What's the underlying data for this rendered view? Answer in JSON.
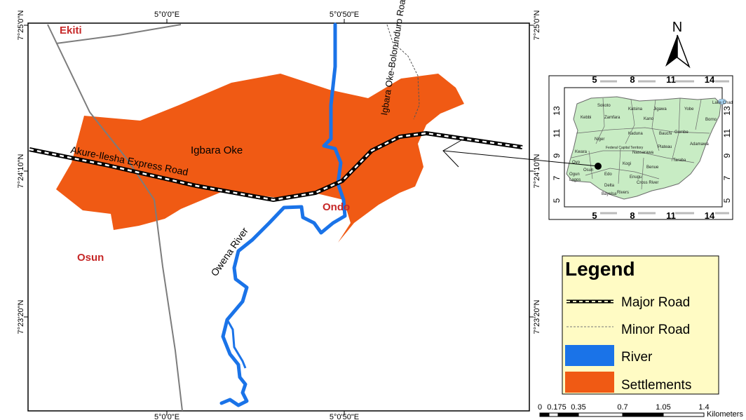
{
  "main_map": {
    "grid_top": {
      "west": "5°0'0\"E",
      "east": "5°0'50\"E"
    },
    "grid_bottom": {
      "west": "5°0'0\"E",
      "east": "5°0'50\"E"
    },
    "grid_left": {
      "north": "7°25'0\"N",
      "middle": "7°24'10\"N",
      "south": "7°23'20\"N"
    },
    "grid_right": {
      "north": "7°25'0\"N",
      "middle": "7°24'10\"N",
      "south": "7°23'20\"N"
    },
    "states": {
      "ekiti": "Ekiti",
      "osun": "Osun",
      "ondo": "Ondo"
    },
    "settlement_label": "Igbara Oke",
    "express_road_label": "Akure-Ilesha Express Road",
    "minor_road_label": "Igbara Oke-Bolorunduro Road",
    "river_label": "Owena River",
    "colors": {
      "settlement": "#f05a14",
      "river": "#1a73e8",
      "state_label": "#c62828"
    }
  },
  "north_arrow": {
    "label": "N"
  },
  "inset_map": {
    "top_ticks": [
      "5",
      "8",
      "11",
      "14"
    ],
    "bottom_ticks": [
      "5",
      "8",
      "11",
      "14"
    ],
    "left_ticks": [
      "13",
      "11",
      "9",
      "7",
      "5"
    ],
    "right_ticks": [
      "13",
      "11",
      "9",
      "7",
      "5"
    ],
    "state_labels": [
      "Sokoto",
      "Katsina",
      "Jigawa",
      "Yobe",
      "Borno",
      "Lake Chad",
      "Kebbi",
      "Zamfara",
      "Kano",
      "Kaduna",
      "Bauchi",
      "Gombe",
      "Niger",
      "Adamawa",
      "Kwara",
      "Federal Capital Territory",
      "Nassarawa",
      "Plateau",
      "Taraba",
      "Oyo",
      "Kogi",
      "Benue",
      "Osun",
      "Enugu",
      "Ogun",
      "Edo",
      "Lagos",
      "Delta",
      "Cross River",
      "Bayelsa",
      "Rivers"
    ],
    "land_color": "#c8ecc4"
  },
  "legend": {
    "title": "Legend",
    "items": [
      {
        "label": "Major Road"
      },
      {
        "label": "Minor Road"
      },
      {
        "label": "River",
        "color": "#1a73e8"
      },
      {
        "label": "Settlements",
        "color": "#f05a14"
      }
    ],
    "background": "#fffbc4"
  },
  "scale_bar": {
    "ticks": [
      "0",
      "0.175",
      "0.35",
      "0.7",
      "1.05",
      "1.4"
    ],
    "unit": "Kilometers"
  }
}
